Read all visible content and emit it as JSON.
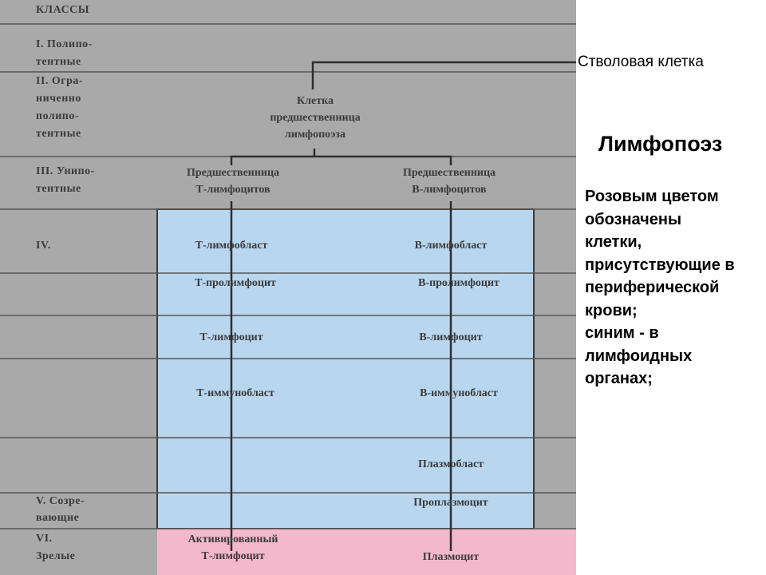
{
  "table": {
    "header": "КЛАССЫ",
    "classes": [
      {
        "lines": [
          "I. Полипо-",
          "тентные"
        ]
      },
      {
        "lines": [
          "II. Огра-",
          "ниченно",
          "полипо-",
          "тентные"
        ]
      },
      {
        "lines": [
          "III. Унипо-",
          "тентные"
        ]
      },
      {
        "lines": [
          "IV."
        ]
      },
      {
        "lines": [
          "V. Созре-",
          "вающие"
        ]
      },
      {
        "lines": [
          "VI.",
          "Зрелые"
        ]
      }
    ],
    "cells": {
      "progenitor": [
        "Клетка",
        "предшественница",
        "лимфопоэза"
      ],
      "t_precursor": [
        "Предшественница",
        "Т-лимфоцитов"
      ],
      "b_precursor": [
        "Предшественница",
        "В-лимфоцитов"
      ],
      "t_lymphoblast": "Т-лимфобласт",
      "b_lymphoblast": "В-лимфобласт",
      "t_prolymphocyte": "Т-пролимфоцит",
      "b_prolymphocyte": "В-пролимфоцит",
      "t_lymphocyte": "Т-лимфоцит",
      "b_lymphocyte": "В-лимфоцит",
      "t_immunoblast": "Т-иммунобласт",
      "b_immunoblast": "В-иммунобласт",
      "plasmoblast": "Плазмобласт",
      "proplasmocyte": "Проплазмоцит",
      "activated_t": [
        "Активированный",
        "Т-лимфоцит"
      ],
      "plasmocyte": "Плазмоцит"
    }
  },
  "stem_label": "Стволовая клетка",
  "slide_title": "Лимфопоэз",
  "legend_lines": [
    "Розовым цветом",
    "обозначены",
    "клетки,",
    "присутствующие в",
    "периферической",
    "крови;",
    "синим - в",
    "лимфоидных",
    "органах;"
  ],
  "colors": {
    "scan_gray": "#a9a9a9",
    "lymphoid_blue": "#b9d6ef",
    "peripheral_pink": "#f4b8cc",
    "ink": "#3b3b3b"
  }
}
